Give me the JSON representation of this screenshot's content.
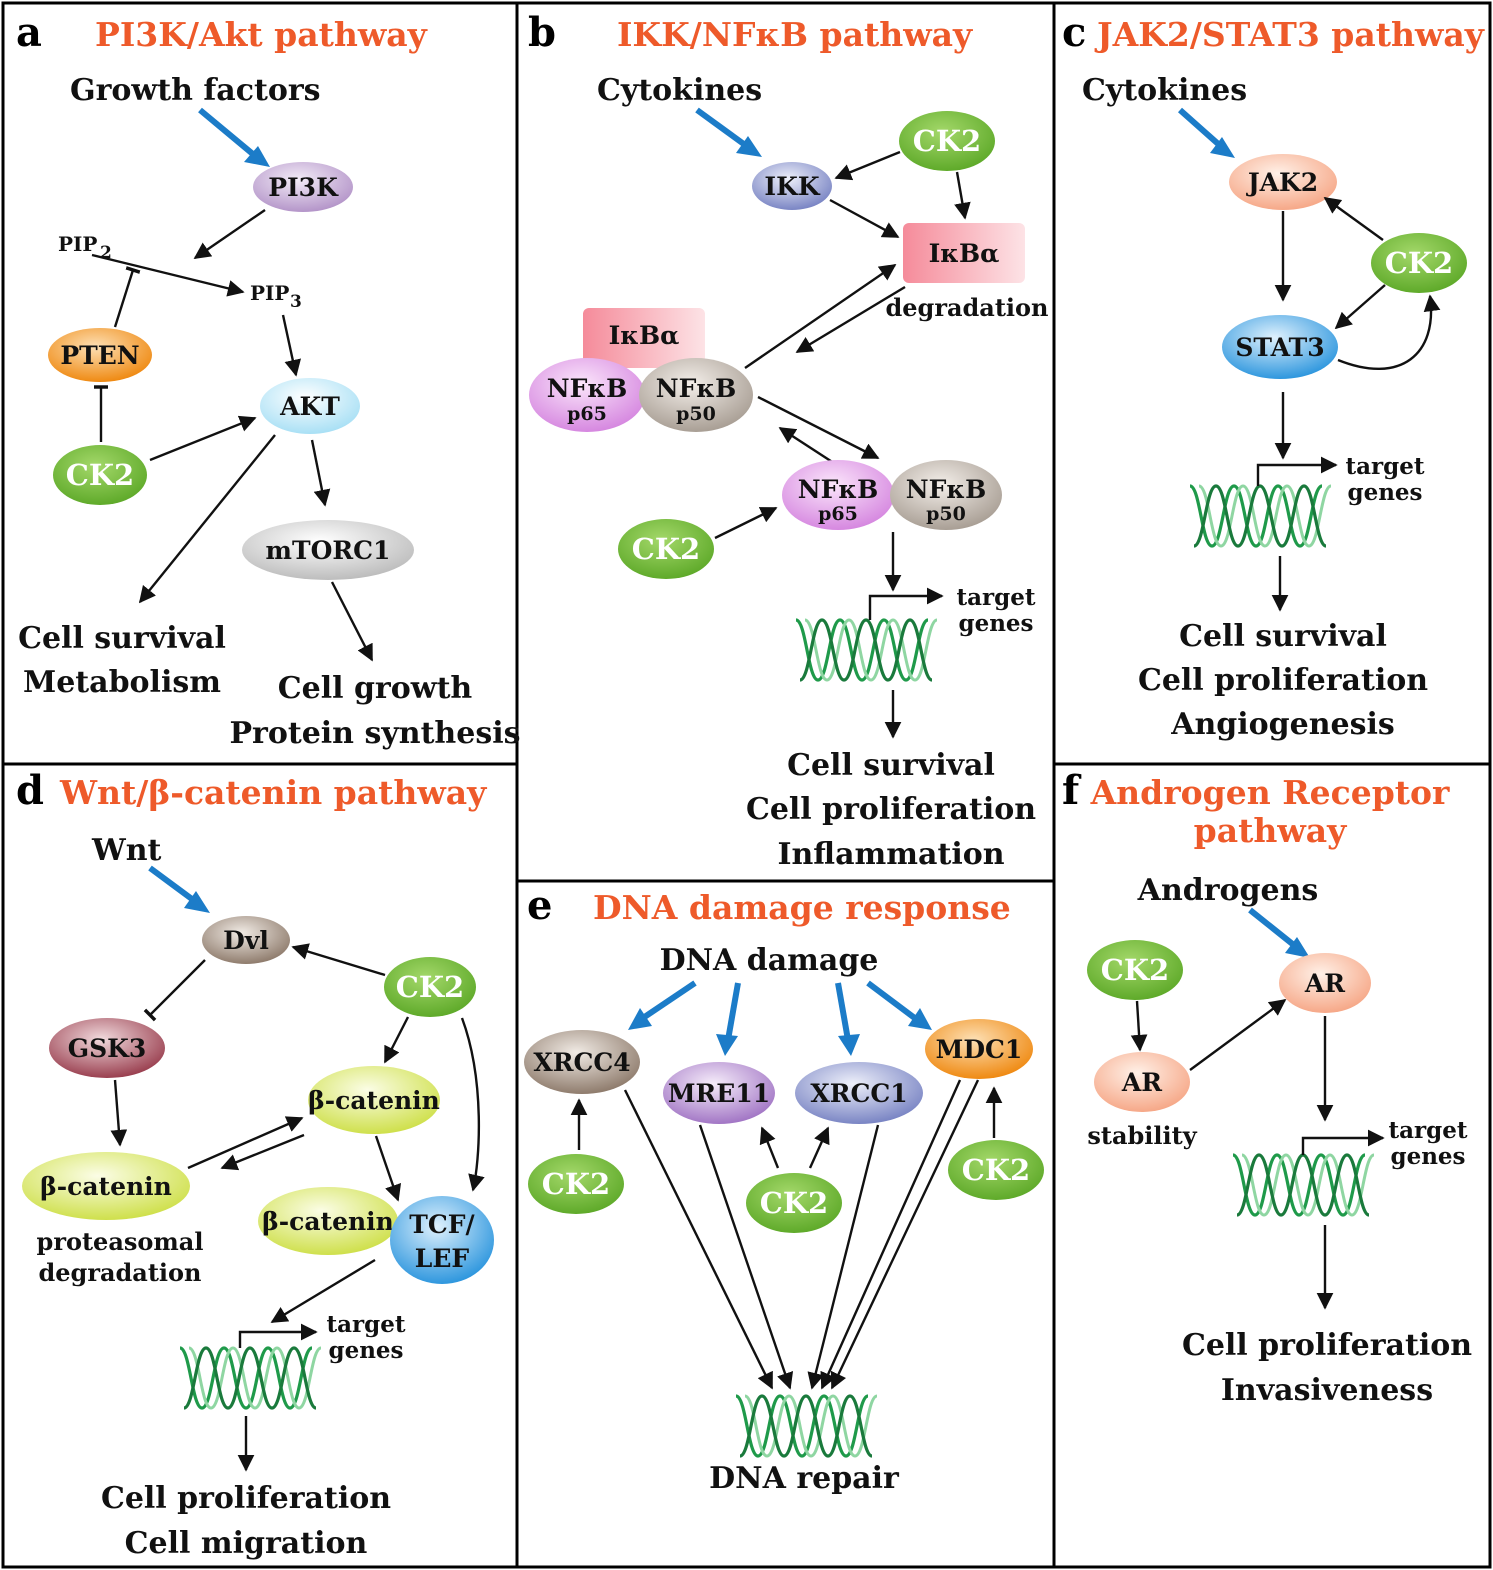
{
  "colors": {
    "title": "#ee5a2a",
    "input_arrow": "#1c7cc8",
    "ck2": "#76be3a",
    "border": "#000000"
  },
  "panels": {
    "a": {
      "letter": "a",
      "title": "PI3K/Akt pathway",
      "input": "Growth factors",
      "nodes": {
        "pi3k": "PI3K",
        "pip2": "PIP",
        "pip2_sub": "2",
        "pip3": "PIP",
        "pip3_sub": "3",
        "pten": "PTEN",
        "akt": "AKT",
        "ck2": "CK2",
        "mtorc1": "mTORC1"
      },
      "outcomes": {
        "left_1": "Cell survival",
        "left_2": "Metabolism",
        "right_1": "Cell growth",
        "right_2": "Protein synthesis"
      }
    },
    "b": {
      "letter": "b",
      "title": "IKK/NFκB pathway",
      "input": "Cytokines",
      "nodes": {
        "ck2_top": "CK2",
        "ikk": "IKK",
        "ikba_free": "IκBα",
        "degradation": "degradation",
        "ikba_complex": "IκBα",
        "nfkb_a": "NFκB",
        "p65_a": "p65",
        "nfkb_b": "NFκB",
        "p50_a": "p50",
        "nfkb_c": "NFκB",
        "p65_b": "p65",
        "nfkb_d": "NFκB",
        "p50_b": "p50",
        "ck2_bottom": "CK2",
        "target_1": "target",
        "target_2": "genes"
      },
      "outcomes": [
        "Cell survival",
        "Cell proliferation",
        "Inflammation"
      ]
    },
    "c": {
      "letter": "c",
      "title": "JAK2/STAT3 pathway",
      "input": "Cytokines",
      "nodes": {
        "jak2": "JAK2",
        "ck2": "CK2",
        "stat3": "STAT3",
        "target_1": "target",
        "target_2": "genes"
      },
      "outcomes": [
        "Cell survival",
        "Cell proliferation",
        "Angiogenesis"
      ]
    },
    "d": {
      "letter": "d",
      "title": "Wnt/β-catenin pathway",
      "input": "Wnt",
      "nodes": {
        "dvl": "Dvl",
        "ck2": "CK2",
        "gsk3": "GSK3",
        "bcat_top": "β-catenin",
        "bcat_left": "β-catenin",
        "proteasomal": "proteasomal",
        "degradation": "degradation",
        "bcat_bottom": "β-catenin",
        "tcf_1": "TCF/",
        "tcf_2": "LEF",
        "target_1": "target",
        "target_2": "genes"
      },
      "outcomes": [
        "Cell proliferation",
        "Cell migration"
      ]
    },
    "e": {
      "letter": "e",
      "title": "DNA damage response",
      "input": "DNA damage",
      "nodes": {
        "xrcc4": "XRCC4",
        "mre11": "MRE11",
        "xrcc1": "XRCC1",
        "mdc1": "MDC1",
        "ck2_left": "CK2",
        "ck2_mid": "CK2",
        "ck2_right": "CK2"
      },
      "outcomes": [
        "DNA repair"
      ]
    },
    "f": {
      "letter": "f",
      "title_1": "Androgen Receptor",
      "title_2": "pathway",
      "input": "Androgens",
      "nodes": {
        "ck2": "CK2",
        "ar_top": "AR",
        "ar_left": "AR",
        "stability": "stability",
        "target_1": "target",
        "target_2": "genes"
      },
      "outcomes": [
        "Cell proliferation",
        "Invasiveness"
      ]
    }
  }
}
